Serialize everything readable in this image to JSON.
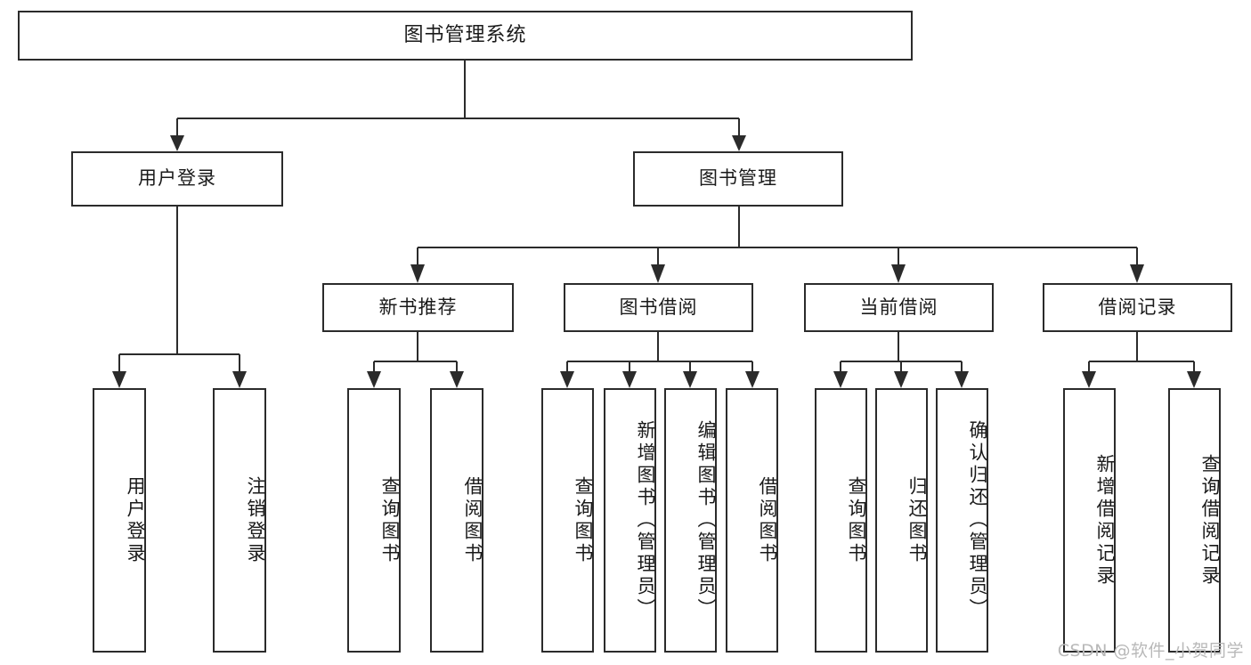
{
  "diagram": {
    "title": "图书管理系统",
    "type": "tree-hierarchy-chart",
    "root": {
      "id": "root",
      "label": "图书管理系统"
    },
    "level2": [
      {
        "id": "user-login",
        "label": "用户登录"
      },
      {
        "id": "book-management",
        "label": "图书管理"
      }
    ],
    "level3": [
      {
        "id": "new-book-recommend",
        "label": "新书推荐"
      },
      {
        "id": "book-borrow",
        "label": "图书借阅"
      },
      {
        "id": "current-borrow",
        "label": "当前借阅"
      },
      {
        "id": "borrow-record",
        "label": "借阅记录"
      }
    ],
    "leaves": {
      "user_login": [
        {
          "id": "leaf-user-login",
          "label": "用户登录"
        },
        {
          "id": "leaf-logout",
          "label": "注销登录"
        }
      ],
      "new_book_recommend": [
        {
          "id": "leaf-query-book-1",
          "label": "查询图书"
        },
        {
          "id": "leaf-borrow-book-1",
          "label": "借阅图书"
        }
      ],
      "book_borrow": [
        {
          "id": "leaf-query-book-2",
          "label": "查询图书"
        },
        {
          "id": "leaf-add-book",
          "label": "新增图书（管理员）"
        },
        {
          "id": "leaf-edit-book",
          "label": "编辑图书（管理员）"
        },
        {
          "id": "leaf-borrow-book-2",
          "label": "借阅图书"
        }
      ],
      "current_borrow": [
        {
          "id": "leaf-query-book-3",
          "label": "查询图书"
        },
        {
          "id": "leaf-return-book",
          "label": "归还图书"
        },
        {
          "id": "leaf-confirm-return",
          "label": "确认归还（管理员）"
        }
      ],
      "borrow_record": [
        {
          "id": "leaf-add-record",
          "label": "新增借阅记录"
        },
        {
          "id": "leaf-query-record",
          "label": "查询借阅记录"
        }
      ]
    }
  },
  "watermark": {
    "text": "CSDN @软件_小贺同学"
  },
  "colors": {
    "stroke": "#2b2b2b",
    "fill": "#ffffff",
    "text": "#1a1a1a",
    "watermark": "#b9b9b9"
  }
}
